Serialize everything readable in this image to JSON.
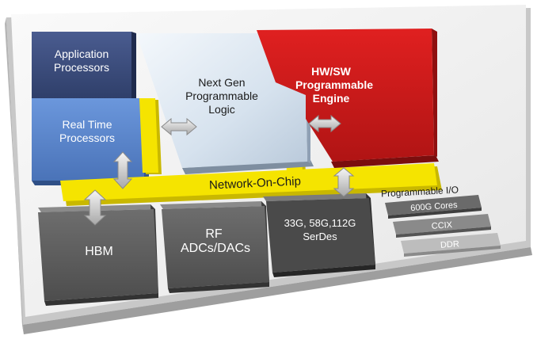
{
  "blocks": {
    "application_processors": [
      "Application",
      "Processors"
    ],
    "real_time_processors": [
      "Real Time",
      "Processors"
    ],
    "programmable_logic": [
      "Next Gen",
      "Programmable",
      "Logic"
    ],
    "programmable_engine": [
      "HW/SW",
      "Programmable",
      "Engine"
    ],
    "network_on_chip": "Network-On-Chip",
    "hbm": "HBM",
    "rf": [
      "RF",
      "ADCs/DACs"
    ],
    "serdes": [
      "33G, 58G,112G",
      "SerDes"
    ],
    "programmable_io": {
      "title": "Programmable I/O",
      "items": [
        "600G Cores",
        "CCIX",
        "DDR"
      ]
    }
  },
  "colors": {
    "app_proc": "#3d4f80",
    "rt_proc": "#5b86cc",
    "logic": "#d8e4ef",
    "engine": "#cc1c1c",
    "noc": "#f5e400",
    "dark_block": "#5f5f5f",
    "io_item_1": "#6a6a6a",
    "io_item_2": "#888888",
    "io_item_3": "#bdbdbd",
    "substrate": "#e2e2e2"
  }
}
